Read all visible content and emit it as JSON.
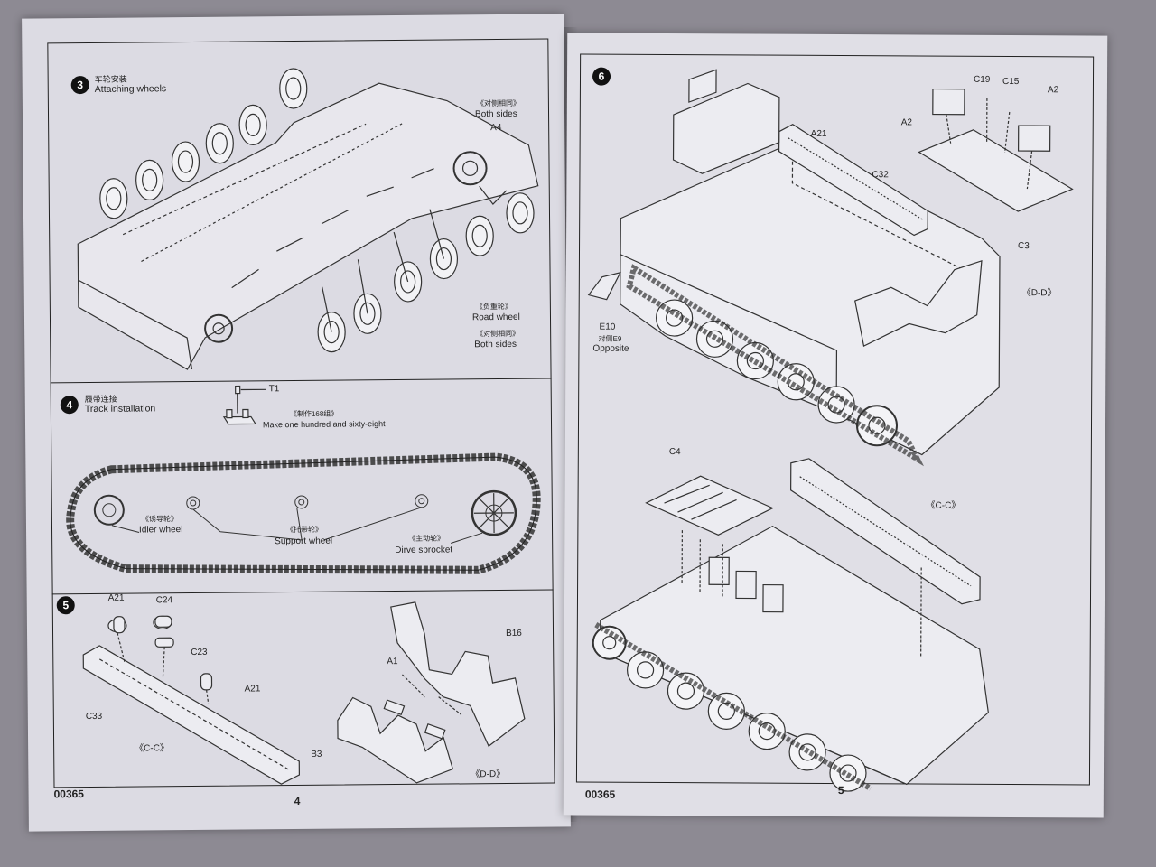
{
  "document": {
    "code": "00365"
  },
  "left_page": {
    "page_number": "4",
    "step3": {
      "number": "3",
      "title_cn": "车轮安装",
      "title": "Attaching wheels",
      "labels": {
        "both_sides_cn": "《对侧相同》",
        "both_sides": "Both sides",
        "a4": "A4",
        "road_wheel_cn": "《负重轮》",
        "road_wheel": "Road wheel",
        "both_sides2_cn": "《对侧相同》",
        "both_sides2": "Both sides"
      }
    },
    "step4": {
      "number": "4",
      "title_cn": "履带连接",
      "title": "Track installation",
      "labels": {
        "t1": "T1",
        "make_cn": "《制作168组》",
        "make": "Make one hundred and sixty-eight",
        "idler_cn": "《诱导轮》",
        "idler": "Idler wheel",
        "support_cn": "《托带轮》",
        "support": "Support wheel",
        "sprocket_cn": "《主动轮》",
        "sprocket": "Dirve sprocket"
      }
    },
    "step5": {
      "number": "5",
      "labels": {
        "a21a": "A21",
        "c24": "C24",
        "c23": "C23",
        "a21b": "A21",
        "c33": "C33",
        "cc": "《C-C》",
        "a1": "A1",
        "b16": "B16",
        "b3": "B3",
        "dd": "《D-D》"
      }
    }
  },
  "right_page": {
    "page_number": "5",
    "step6": {
      "number": "6",
      "labels": {
        "c19": "C19",
        "c15": "C15",
        "a2a": "A2",
        "a2b": "A2",
        "a21": "A21",
        "c32": "C32",
        "c3": "C3",
        "dd": "《D-D》",
        "e10": "E10",
        "opp_cn": "对侧E9",
        "opposite": "Opposite",
        "c4": "C4",
        "cc": "《C-C》"
      }
    }
  }
}
